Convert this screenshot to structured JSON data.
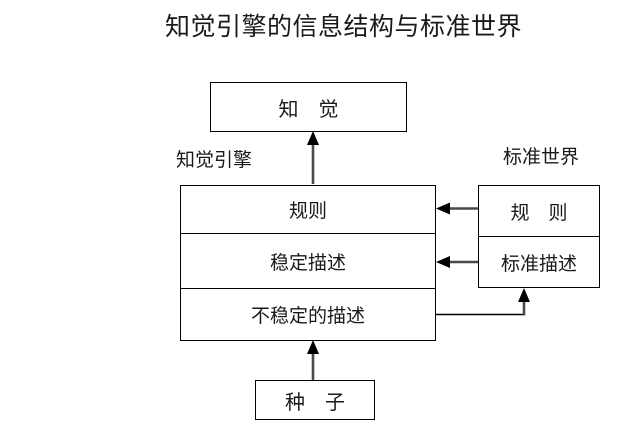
{
  "title": "知觉引擎的信息结构与标准世界",
  "perception": {
    "label": "知　觉"
  },
  "engine": {
    "caption": "知觉引擎",
    "rows": [
      {
        "label": "规则"
      },
      {
        "label": "稳定描述"
      },
      {
        "label": "不稳定的描述"
      }
    ]
  },
  "standard": {
    "caption": "标准世界",
    "rows": [
      {
        "label": "规　则"
      },
      {
        "label": "标准描述"
      }
    ]
  },
  "seed": {
    "label": "种　子"
  },
  "colors": {
    "line": "#4a4a4a",
    "arrowhead": "#000000",
    "border": "#000000",
    "background": "#ffffff",
    "text": "#1a1a1a"
  }
}
